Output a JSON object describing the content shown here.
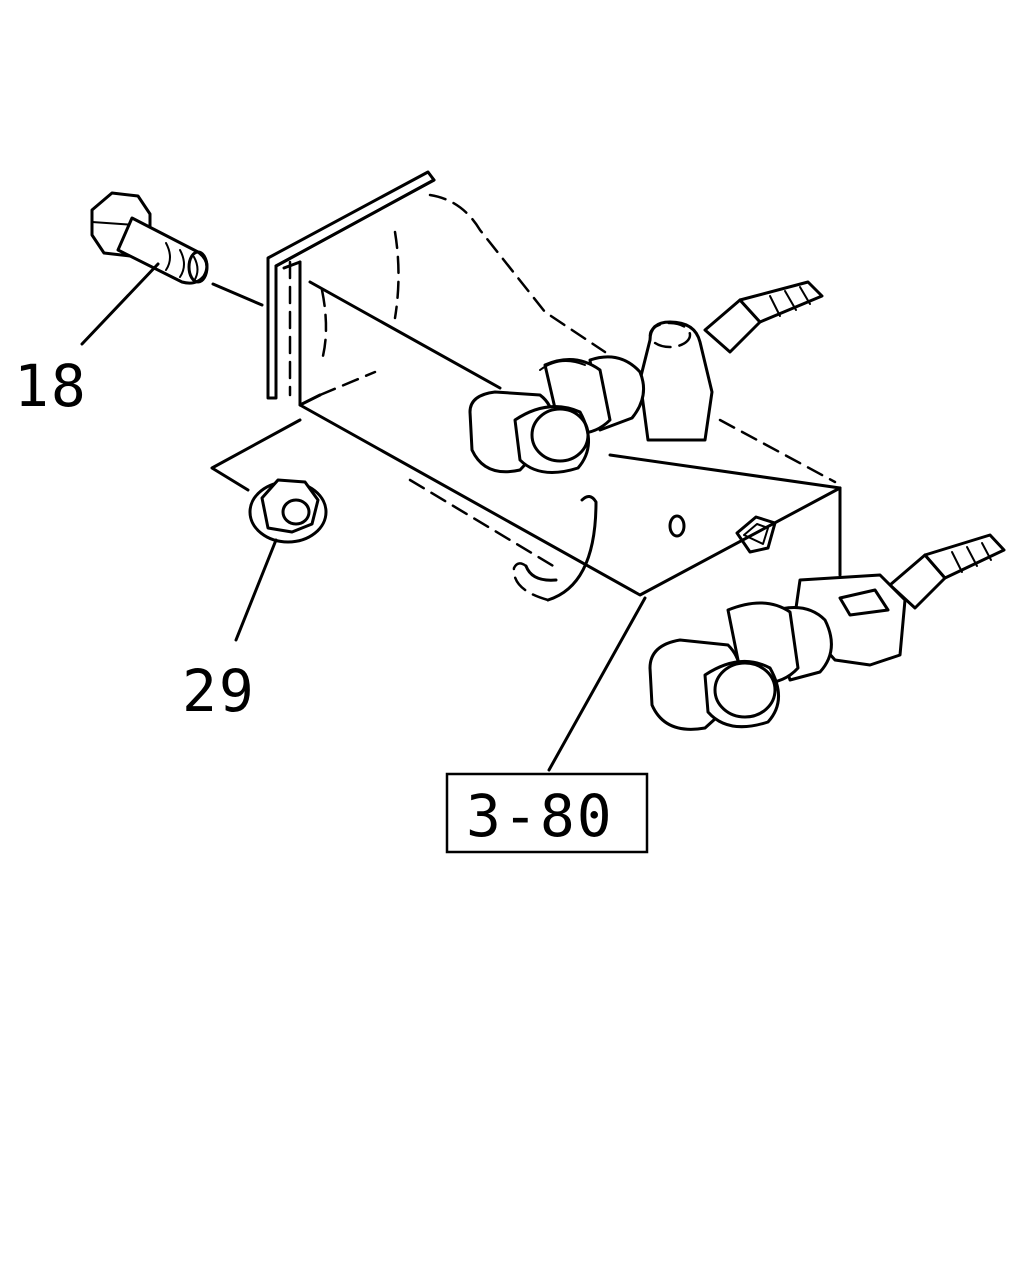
{
  "callouts": {
    "bolt": "18",
    "nut": "29",
    "reference": "3-80"
  },
  "colors": {
    "line": "#000000",
    "background": "#ffffff"
  }
}
